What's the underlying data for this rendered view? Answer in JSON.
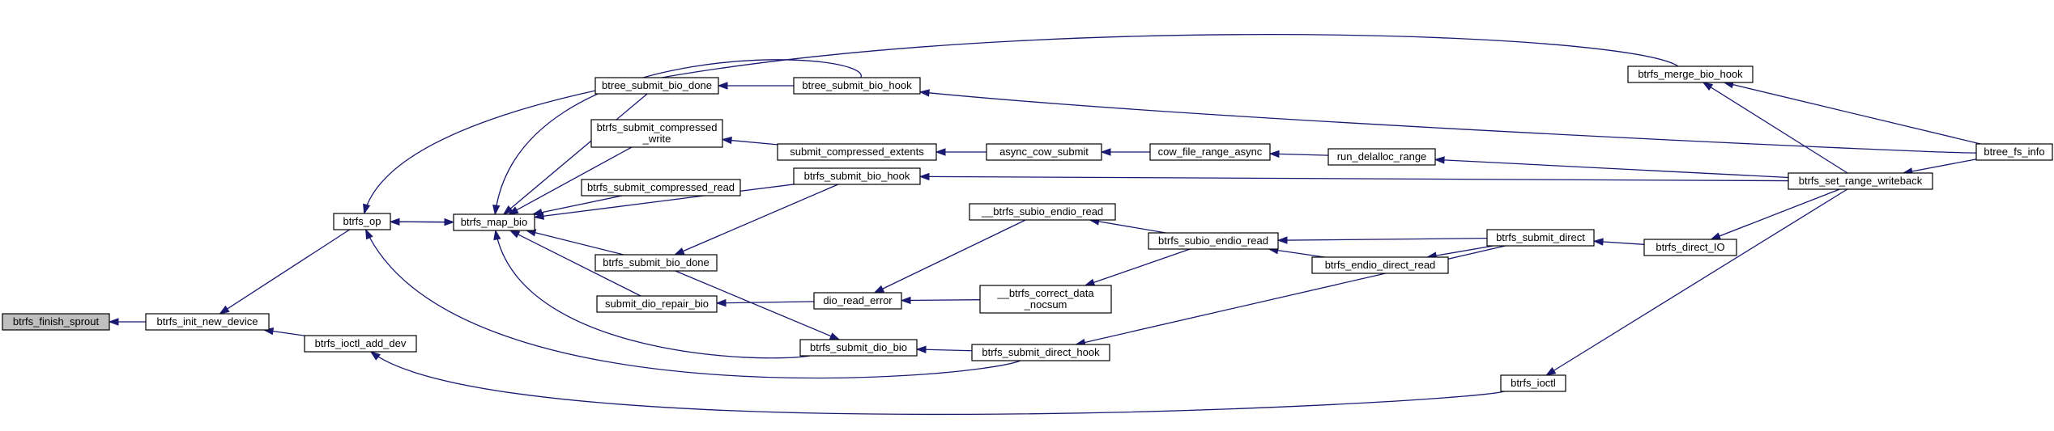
{
  "nodes": {
    "btrfs_finish_sprout": {
      "lines": [
        "btrfs_finish_sprout"
      ],
      "root": true
    },
    "btrfs_init_new_device": {
      "lines": [
        "btrfs_init_new_device"
      ]
    },
    "btrfs_op": {
      "lines": [
        "btrfs_op"
      ]
    },
    "btrfs_ioctl_add_dev": {
      "lines": [
        "btrfs_ioctl_add_dev"
      ]
    },
    "btrfs_map_bio": {
      "lines": [
        "btrfs_map_bio"
      ]
    },
    "btree_submit_bio_done": {
      "lines": [
        "btree_submit_bio_done"
      ]
    },
    "btrfs_submit_compressed_write": {
      "lines": [
        "btrfs_submit_compressed",
        "_write"
      ]
    },
    "btrfs_submit_compressed_read": {
      "lines": [
        "btrfs_submit_compressed_read"
      ]
    },
    "btrfs_submit_bio_done": {
      "lines": [
        "btrfs_submit_bio_done"
      ]
    },
    "submit_dio_repair_bio": {
      "lines": [
        "submit_dio_repair_bio"
      ]
    },
    "btree_submit_bio_hook": {
      "lines": [
        "btree_submit_bio_hook"
      ]
    },
    "submit_compressed_extents": {
      "lines": [
        "submit_compressed_extents"
      ]
    },
    "btrfs_submit_bio_hook": {
      "lines": [
        "btrfs_submit_bio_hook"
      ]
    },
    "dio_read_error": {
      "lines": [
        "dio_read_error"
      ]
    },
    "btrfs_submit_dio_bio": {
      "lines": [
        "btrfs_submit_dio_bio"
      ]
    },
    "async_cow_submit": {
      "lines": [
        "async_cow_submit"
      ]
    },
    "__btrfs_subio_endio_read": {
      "lines": [
        "__btrfs_subio_endio_read"
      ]
    },
    "__btrfs_correct_data_nocsum": {
      "lines": [
        "__btrfs_correct_data",
        "_nocsum"
      ]
    },
    "btrfs_submit_direct_hook": {
      "lines": [
        "btrfs_submit_direct_hook"
      ]
    },
    "cow_file_range_async": {
      "lines": [
        "cow_file_range_async"
      ]
    },
    "btrfs_subio_endio_read": {
      "lines": [
        "btrfs_subio_endio_read"
      ]
    },
    "run_delalloc_range": {
      "lines": [
        "run_delalloc_range"
      ]
    },
    "btrfs_endio_direct_read": {
      "lines": [
        "btrfs_endio_direct_read"
      ]
    },
    "btrfs_submit_direct": {
      "lines": [
        "btrfs_submit_direct"
      ]
    },
    "btrfs_ioctl": {
      "lines": [
        "btrfs_ioctl"
      ]
    },
    "btrfs_merge_bio_hook": {
      "lines": [
        "btrfs_merge_bio_hook"
      ]
    },
    "btrfs_direct_IO": {
      "lines": [
        "btrfs_direct_IO"
      ]
    },
    "btrfs_set_range_writeback": {
      "lines": [
        "btrfs_set_range_writeback"
      ]
    },
    "btree_fs_info": {
      "lines": [
        "btree_fs_info"
      ]
    }
  },
  "edges": [
    {
      "from": "btrfs_init_new_device",
      "to": "btrfs_finish_sprout"
    },
    {
      "from": "btrfs_op",
      "to": "btrfs_init_new_device"
    },
    {
      "from": "btrfs_ioctl_add_dev",
      "to": "btrfs_init_new_device"
    },
    {
      "from": "btrfs_ioctl",
      "to": "btrfs_ioctl_add_dev"
    },
    {
      "from": "btrfs_map_bio",
      "to": "btrfs_op"
    },
    {
      "from": "btrfs_op",
      "to": "btrfs_map_bio"
    },
    {
      "from": "btrfs_merge_bio_hook",
      "to": "btrfs_op"
    },
    {
      "from": "btrfs_submit_direct_hook",
      "to": "btrfs_op"
    },
    {
      "from": "btree_submit_bio_done",
      "to": "btrfs_map_bio"
    },
    {
      "from": "btree_submit_bio_hook",
      "to": "btrfs_map_bio"
    },
    {
      "from": "btrfs_submit_compressed_write",
      "to": "btrfs_map_bio"
    },
    {
      "from": "btrfs_submit_compressed_read",
      "to": "btrfs_map_bio"
    },
    {
      "from": "btrfs_submit_bio_hook",
      "to": "btrfs_map_bio"
    },
    {
      "from": "btrfs_submit_bio_done",
      "to": "btrfs_map_bio"
    },
    {
      "from": "submit_dio_repair_bio",
      "to": "btrfs_map_bio"
    },
    {
      "from": "btrfs_submit_dio_bio",
      "to": "btrfs_map_bio"
    },
    {
      "from": "btree_submit_bio_hook",
      "to": "btree_submit_bio_done"
    },
    {
      "from": "btree_fs_info",
      "to": "btree_submit_bio_hook"
    },
    {
      "from": "submit_compressed_extents",
      "to": "btrfs_submit_compressed_write"
    },
    {
      "from": "async_cow_submit",
      "to": "submit_compressed_extents"
    },
    {
      "from": "cow_file_range_async",
      "to": "async_cow_submit"
    },
    {
      "from": "run_delalloc_range",
      "to": "cow_file_range_async"
    },
    {
      "from": "btrfs_set_range_writeback",
      "to": "run_delalloc_range"
    },
    {
      "from": "btrfs_submit_bio_hook",
      "to": "btrfs_submit_bio_done"
    },
    {
      "from": "btrfs_set_range_writeback",
      "to": "btrfs_submit_bio_hook"
    },
    {
      "from": "dio_read_error",
      "to": "submit_dio_repair_bio"
    },
    {
      "from": "__btrfs_subio_endio_read",
      "to": "dio_read_error"
    },
    {
      "from": "__btrfs_correct_data_nocsum",
      "to": "dio_read_error"
    },
    {
      "from": "btrfs_subio_endio_read",
      "to": "__btrfs_subio_endio_read"
    },
    {
      "from": "btrfs_subio_endio_read",
      "to": "__btrfs_correct_data_nocsum"
    },
    {
      "from": "btrfs_submit_direct",
      "to": "btrfs_subio_endio_read"
    },
    {
      "from": "btrfs_endio_direct_read",
      "to": "btrfs_subio_endio_read"
    },
    {
      "from": "btrfs_submit_direct",
      "to": "btrfs_endio_direct_read"
    },
    {
      "from": "btrfs_direct_IO",
      "to": "btrfs_submit_direct"
    },
    {
      "from": "btrfs_set_range_writeback",
      "to": "btrfs_direct_IO"
    },
    {
      "from": "btrfs_set_range_writeback",
      "to": "btrfs_ioctl"
    },
    {
      "from": "btrfs_submit_bio_done",
      "to": "btrfs_submit_dio_bio"
    },
    {
      "from": "btrfs_submit_direct_hook",
      "to": "btrfs_submit_dio_bio"
    },
    {
      "from": "btrfs_submit_direct",
      "to": "btrfs_submit_direct_hook"
    },
    {
      "from": "btrfs_set_range_writeback",
      "to": "btrfs_merge_bio_hook"
    },
    {
      "from": "btree_fs_info",
      "to": "btrfs_merge_bio_hook"
    },
    {
      "from": "btree_fs_info",
      "to": "btrfs_set_range_writeback"
    }
  ]
}
